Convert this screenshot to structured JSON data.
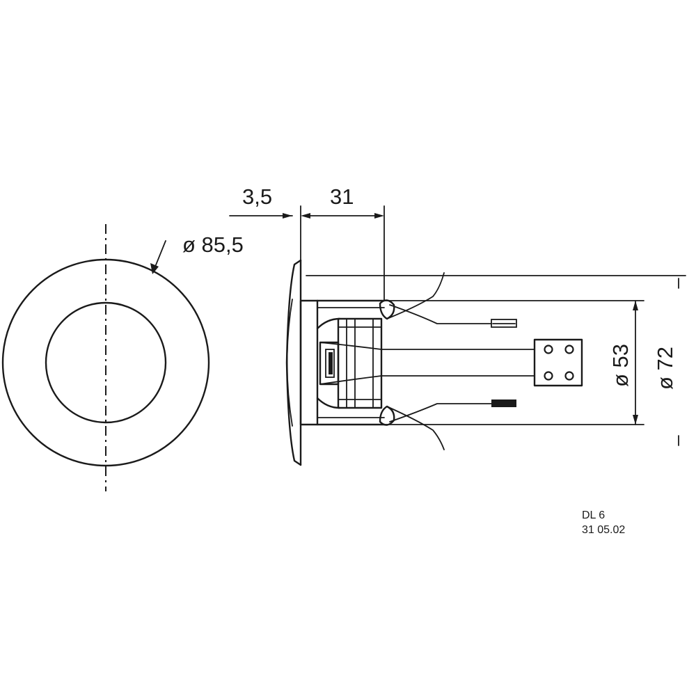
{
  "dimensions": {
    "outer_diameter": "ø 85,5",
    "flange_thickness": "3,5",
    "mounting_depth": "31",
    "cutout_diameter": "ø 53",
    "body_diameter": "ø 72"
  },
  "title_block": {
    "model": "DL 6",
    "date": "31 05.02"
  }
}
